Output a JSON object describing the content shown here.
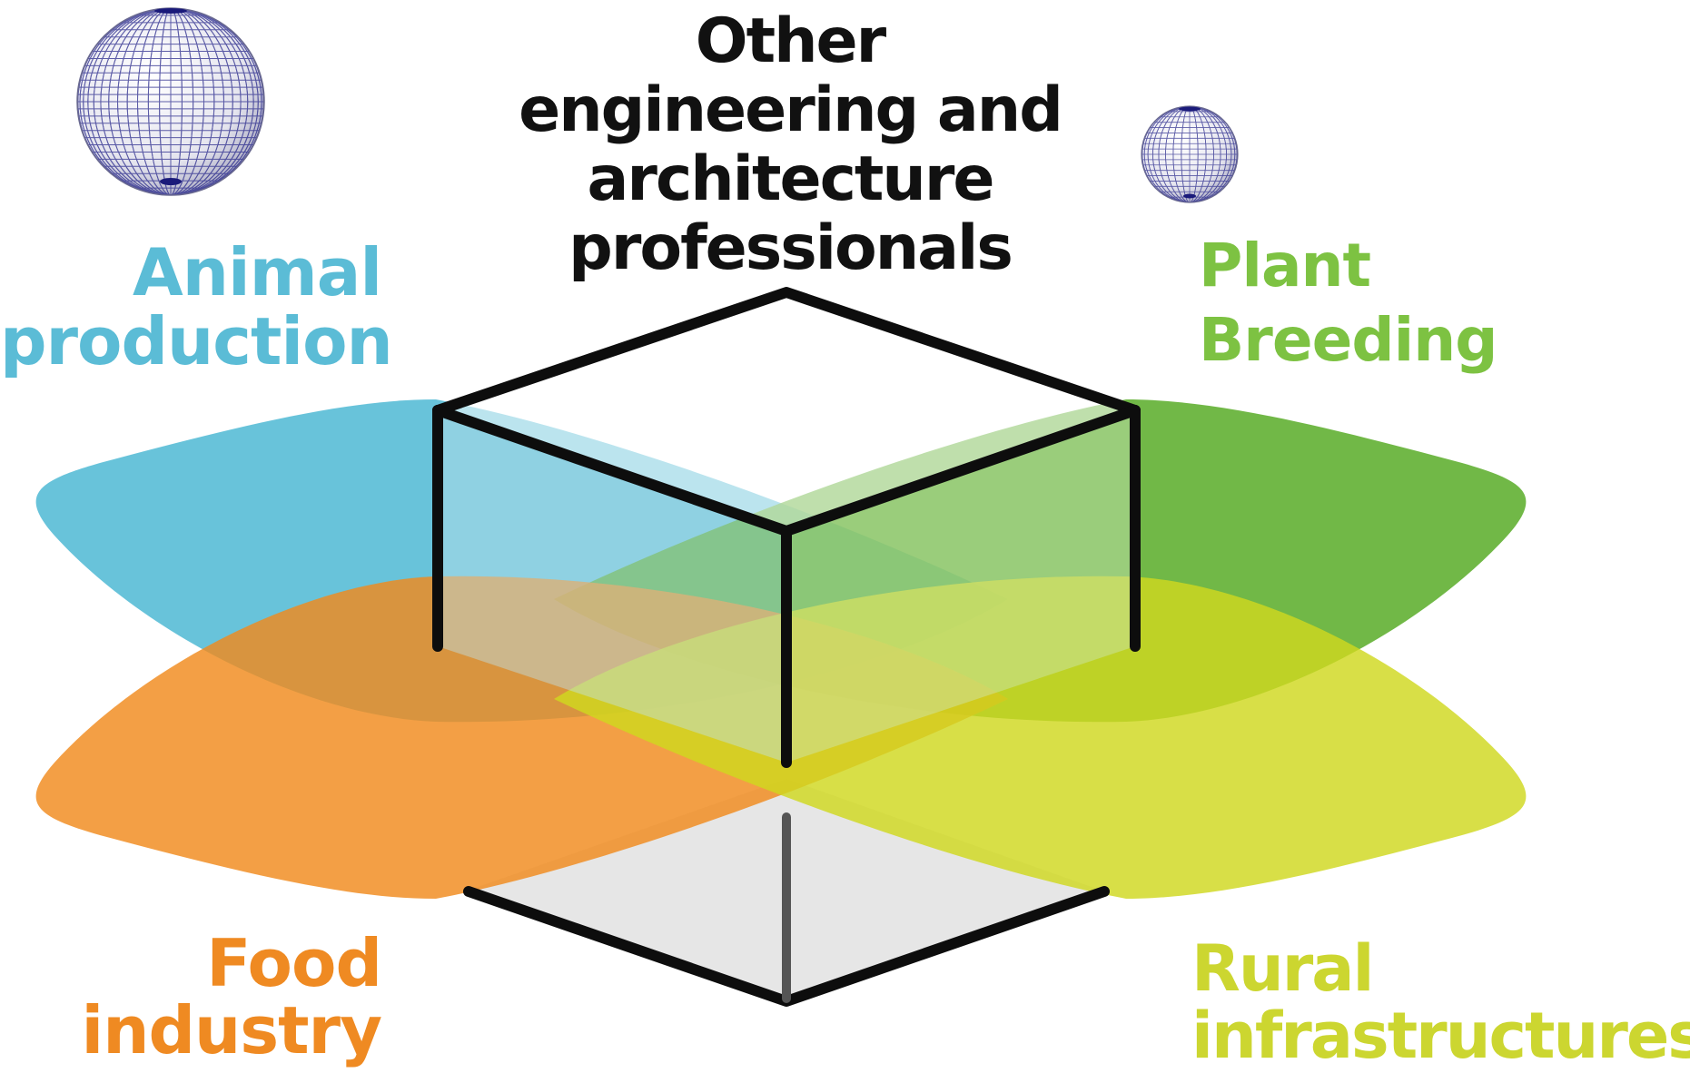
{
  "diagram": {
    "center_label": {
      "lines": [
        "Other",
        "engineering and",
        "architecture",
        "professionals"
      ],
      "color": "#111111"
    },
    "animal": {
      "lines": [
        "Animal",
        "production"
      ],
      "color": "#5bbcd6",
      "fill": "#4eb8d4"
    },
    "plant": {
      "lines": [
        "Plant",
        "Breeding"
      ],
      "color": "#7dc242",
      "fill": "#52a81e"
    },
    "food": {
      "lines": [
        "Food",
        "industry"
      ],
      "color": "#ef8a22",
      "fill": "#f08a1c"
    },
    "rural": {
      "lines": [
        "Rural",
        "infrastructures"
      ],
      "color": "#ccd630",
      "fill": "#d0d81e"
    },
    "spheres": [
      {
        "name": "large-globe-icon"
      },
      {
        "name": "small-globe-icon"
      }
    ]
  }
}
